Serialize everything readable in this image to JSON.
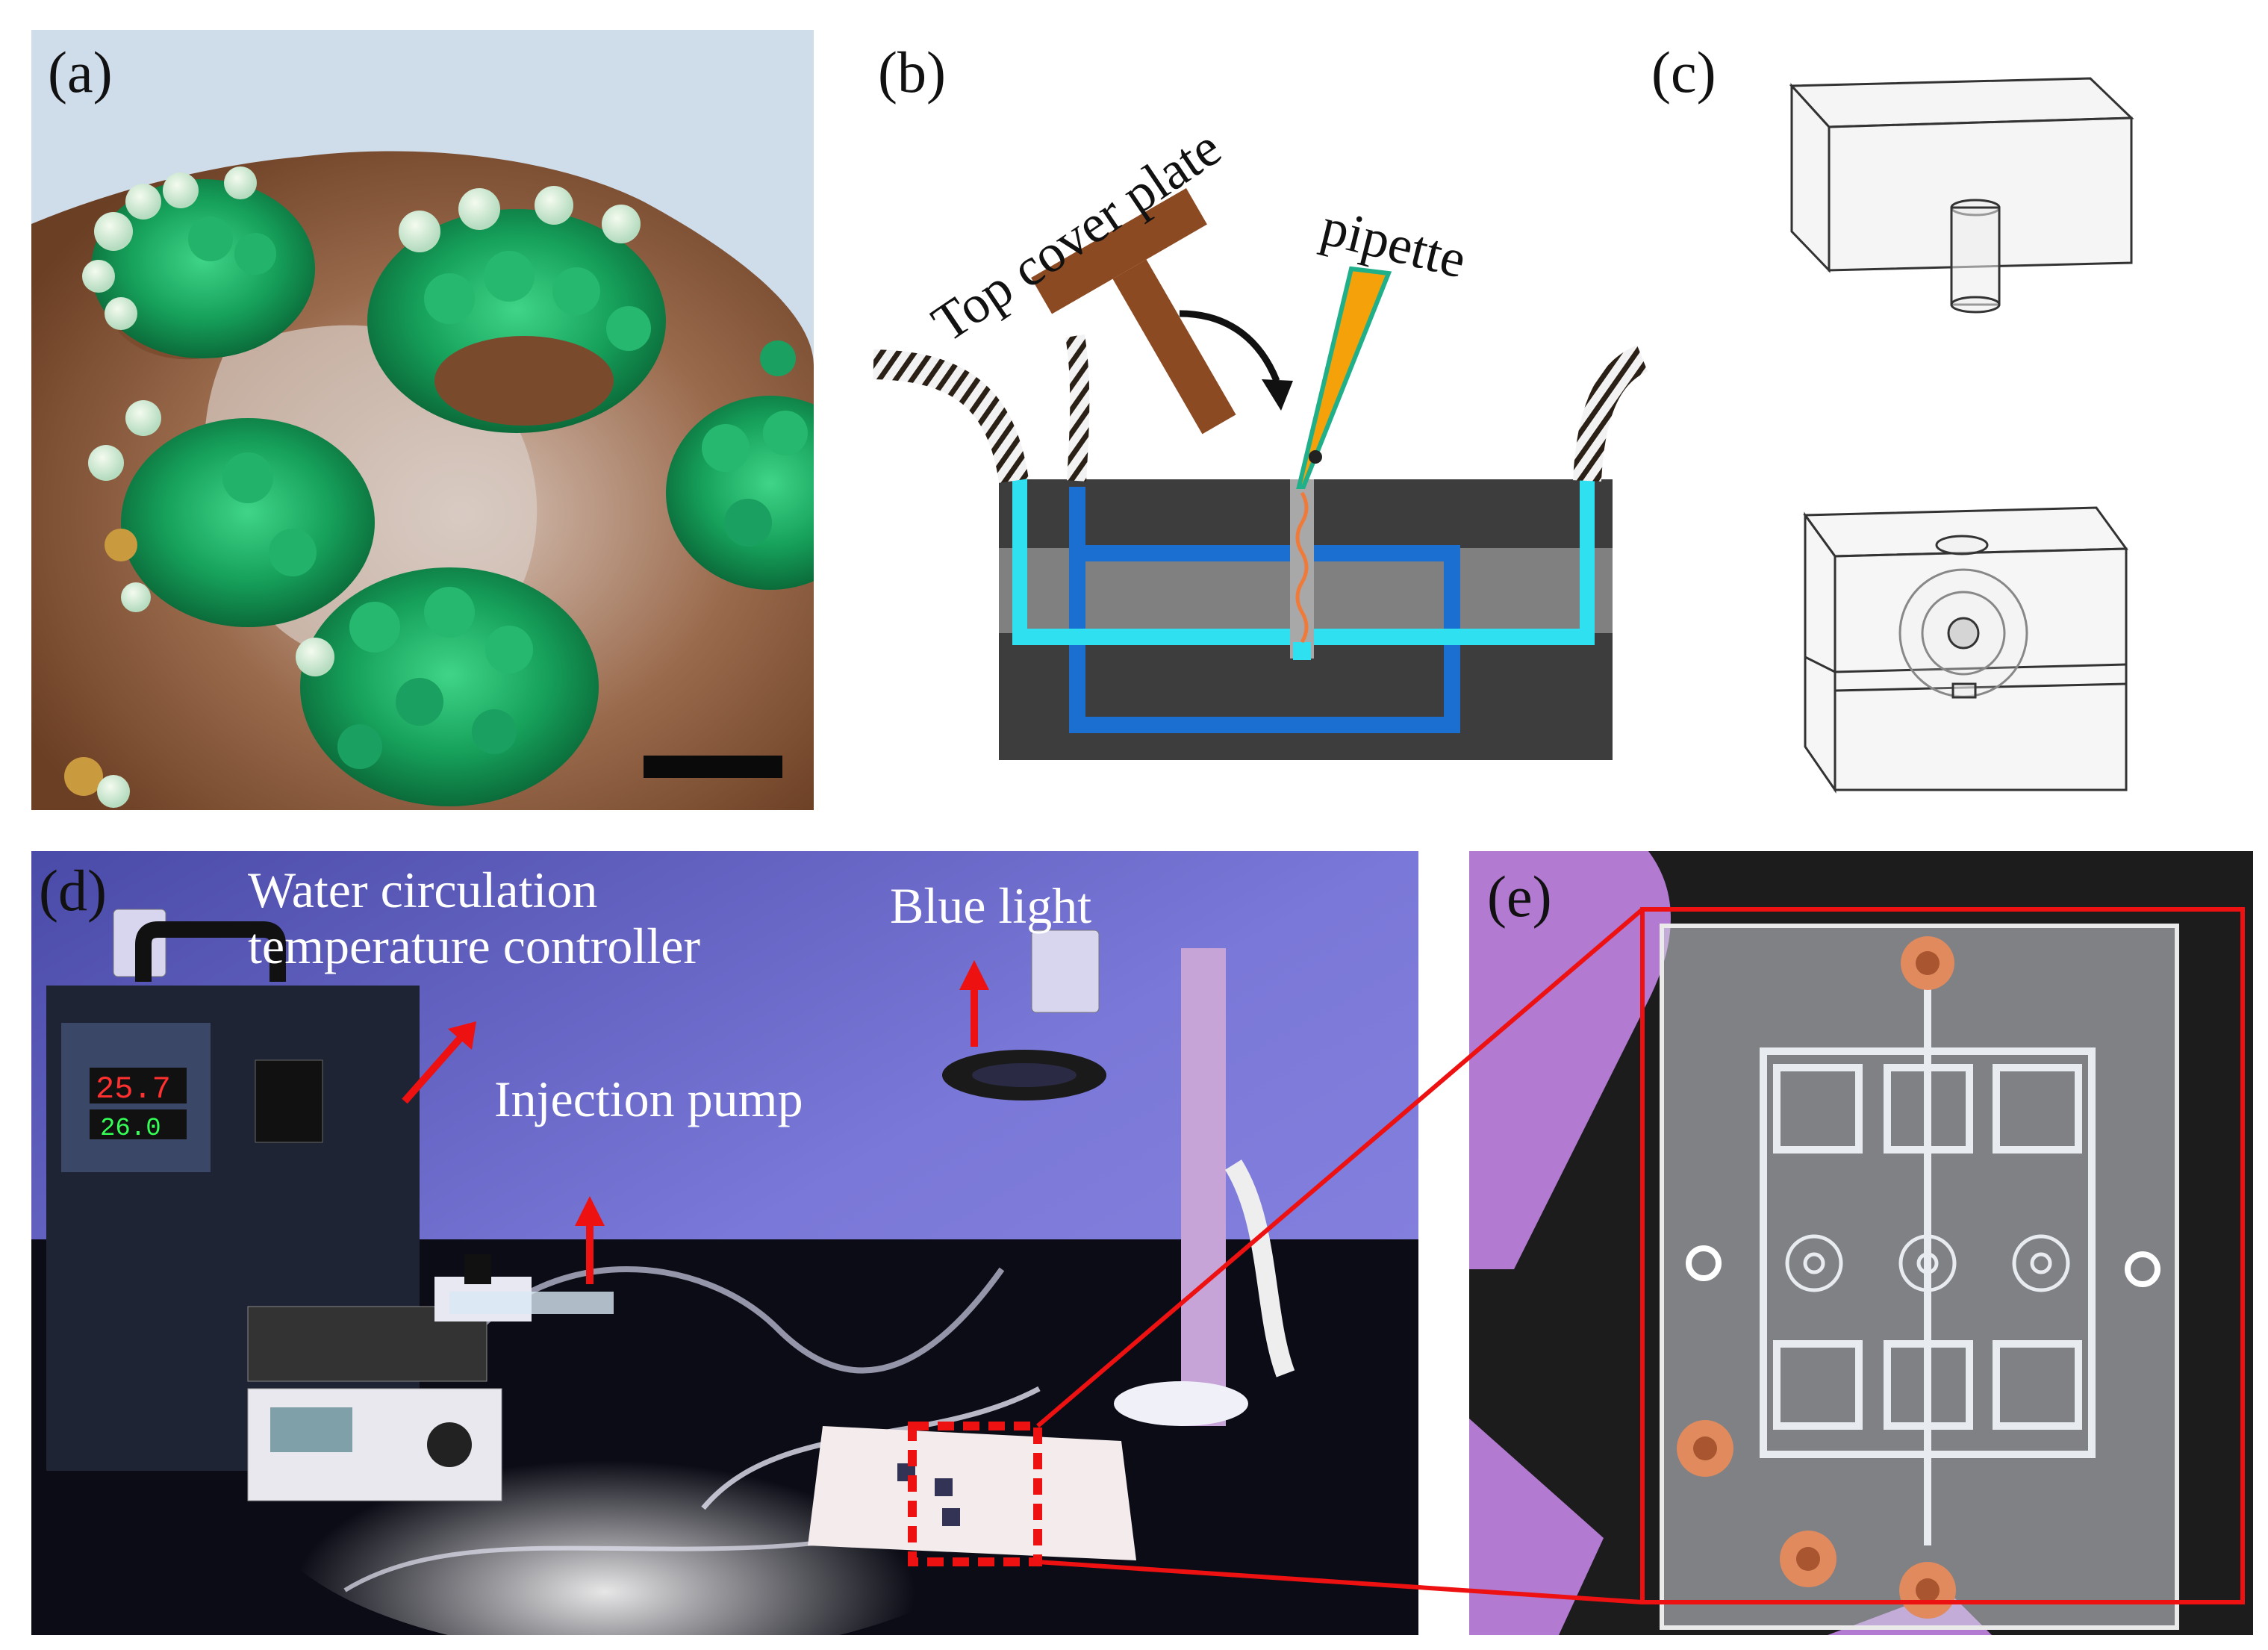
{
  "panels": {
    "a": {
      "label": "(a)"
    },
    "b": {
      "label": "(b)",
      "top_cover_plate": "Top cover plate",
      "pipette": "pipette"
    },
    "c": {
      "label": "(c)"
    },
    "d": {
      "label": "(d)",
      "water_controller_line1": "Water circulation",
      "water_controller_line2": "temperature controller",
      "blue_light": "Blue light",
      "injection_pump": "Injection pump",
      "display_set": "25.7",
      "display_actual": "26.0"
    },
    "e": {
      "label": "(e)"
    }
  },
  "colors": {
    "cover_plate_brown": "#8b4a22",
    "pipette_orange": "#f5a20a",
    "pipette_edge": "#1fb08a",
    "cyan_channel": "#2ee0f0",
    "blue_channel": "#1a6fd0",
    "chip_dark": "#3d3d3d",
    "chip_mid": "#808080",
    "annotation_red": "#ee1111",
    "coral_green": "#1b9a57"
  }
}
